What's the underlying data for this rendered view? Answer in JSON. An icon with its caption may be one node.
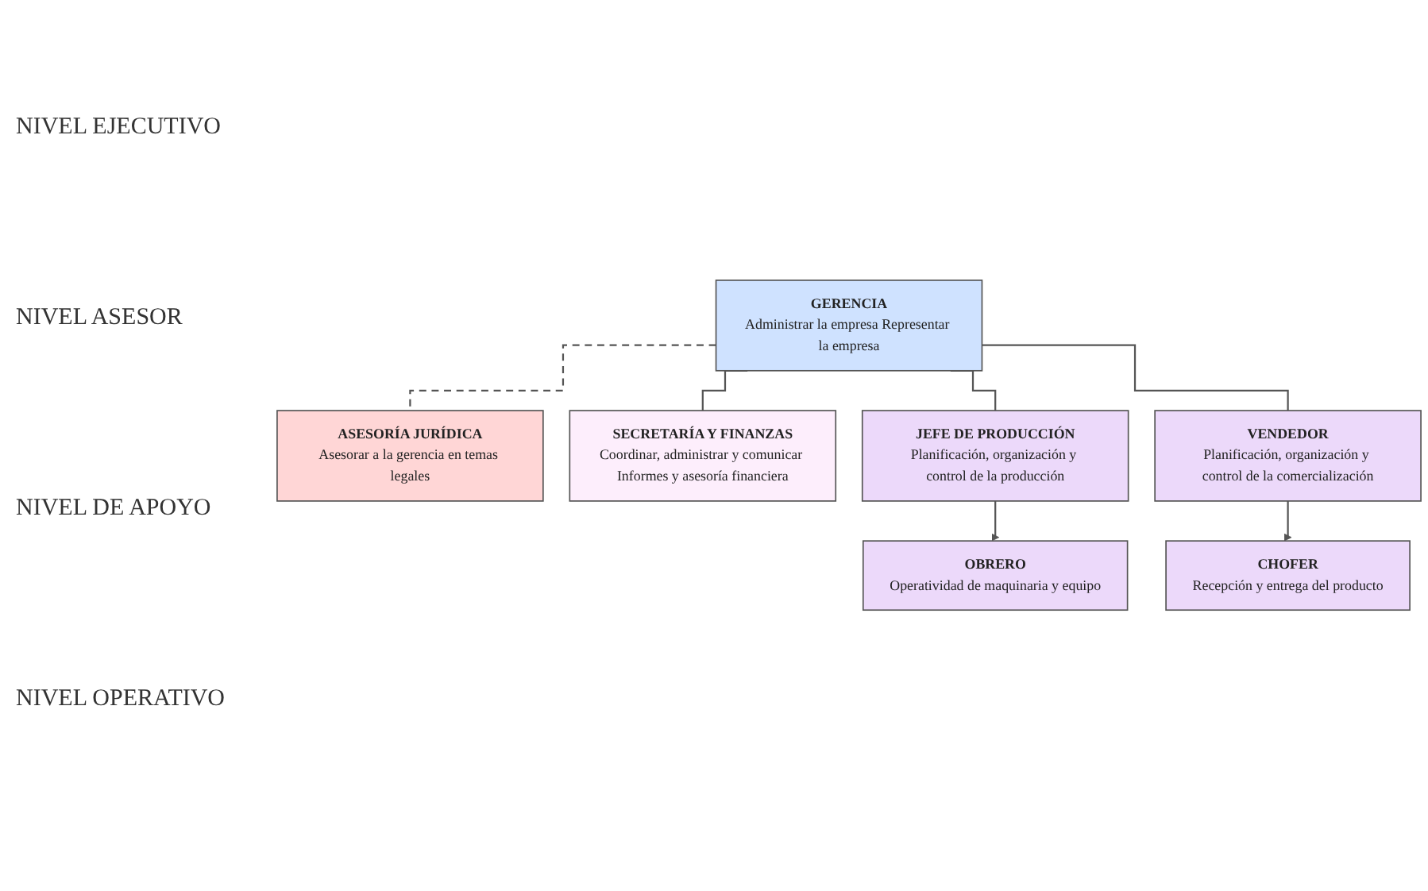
{
  "diagram": {
    "nodes": [
      {
        "text": [
          "GERENCIA",
          "Administrar la empresa Representar la empresa"
        ]
      },
      {
        "text": [
          "ASESORÍA JURÍDICA",
          "Asesorar a la gerencia en temas legales"
        ]
      },
      {
        "text": [
          "SECRETARÍA Y FINANZAS",
          "Coordinar, administrar y comunicar Informes y asesoría financiera"
        ]
      },
      {
        "text": [
          "JEFE DE PRODUCCIÓN",
          "Planificación, organización y control de la producción"
        ]
      },
      {
        "text": [
          "VENDEDOR",
          "Planificación, organización y control de la comercialización"
        ]
      },
      {
        "text": [
          "OBRERO",
          "Operatividad de maquinaria y equipo"
        ]
      },
      {
        "text": [
          "CHOFER",
          "Recepción y entrega del producto"
        ]
      }
    ],
    "edges": [
      {
        "from": 0,
        "to": 1,
        "arrow": "none",
        "style": "dashed"
      },
      {
        "from": 0,
        "to": 2,
        "arrow": "none"
      },
      {
        "from": 0,
        "to": 3,
        "arrow": "none"
      },
      {
        "from": 0,
        "to": 4,
        "arrow": "none"
      },
      {
        "from": 3,
        "to": 5,
        "arrow": "to"
      },
      {
        "from": 4,
        "to": 6,
        "arrow": "to"
      }
    ],
    "labels": [
      "NIVEL EJECUTIVO",
      "NIVEL ASESOR",
      "NIVEL DE APOYO",
      "NIVEL OPERATIVO"
    ]
  }
}
